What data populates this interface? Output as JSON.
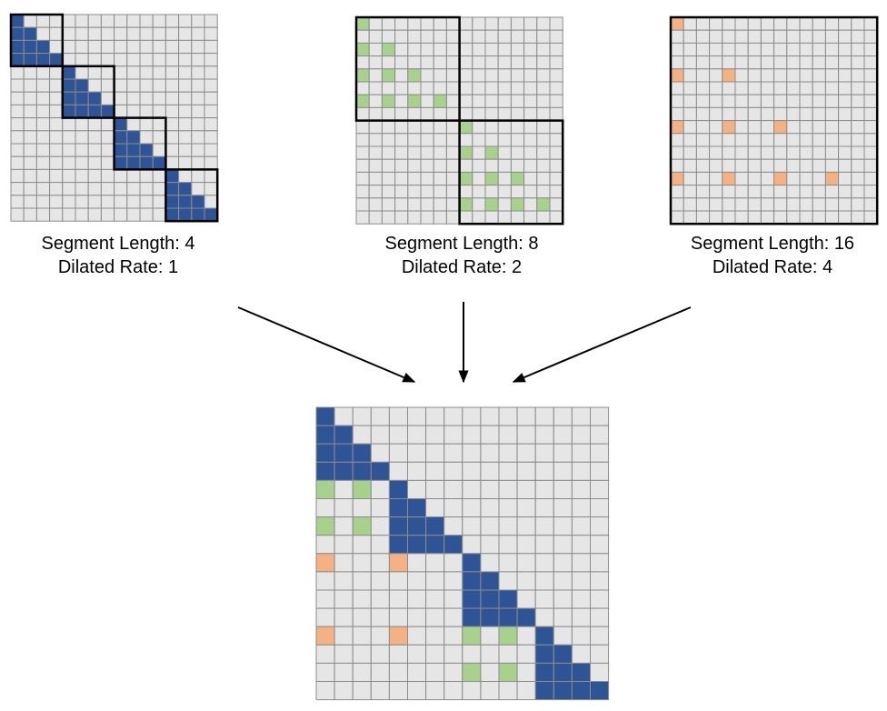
{
  "panels": [
    {
      "segment_text": "Segment Length: 4",
      "rate_text": "Dilated Rate: 1",
      "segment_length": 4,
      "dilated_rate": 1,
      "grid_size": 16,
      "fill_color": "#2f5496"
    },
    {
      "segment_text": "Segment Length: 8",
      "rate_text": "Dilated Rate: 2",
      "segment_length": 8,
      "dilated_rate": 2,
      "grid_size": 16,
      "fill_color": "#a9d18e"
    },
    {
      "segment_text": "Segment Length: 16",
      "rate_text": "Dilated Rate: 4",
      "segment_length": 16,
      "dilated_rate": 4,
      "grid_size": 16,
      "fill_color": "#f4b183"
    }
  ],
  "combined": {
    "grid_size": 16
  },
  "colors": {
    "cell_empty": "#e7e6e6",
    "grid_line": "#8c8c8c",
    "segment_box": "#000000",
    "arrow": "#000000"
  }
}
